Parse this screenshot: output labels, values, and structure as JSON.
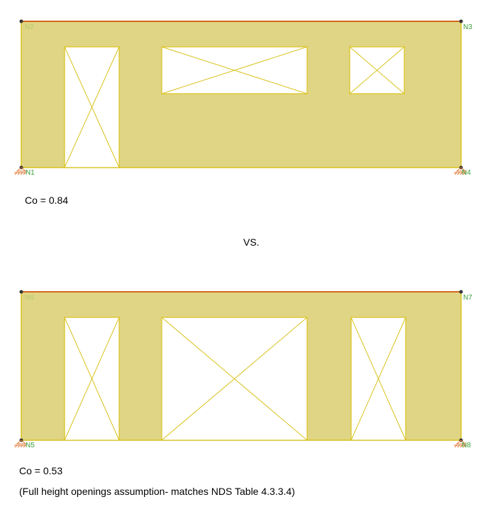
{
  "colors": {
    "wall_fill": "#e0d585",
    "wall_edge": "#d9c21d",
    "top_edge": "#d2691e",
    "node_label": "#3aa13a",
    "node_label_faint": "#b5cc6a",
    "support": "#e07b39"
  },
  "walls": [
    {
      "nodes": {
        "top_left": "N2",
        "top_right": "N3",
        "bottom_left": "N1",
        "bottom_right": "N4"
      },
      "result": "Co = 0.84"
    },
    {
      "nodes": {
        "top_left": "N6",
        "top_right": "N7",
        "bottom_left": "N5",
        "bottom_right": "N8"
      },
      "result": "Co = 0.53",
      "note": "(Full height openings assumption- matches NDS Table 4.3.3.4)"
    }
  ],
  "separator": "VS."
}
